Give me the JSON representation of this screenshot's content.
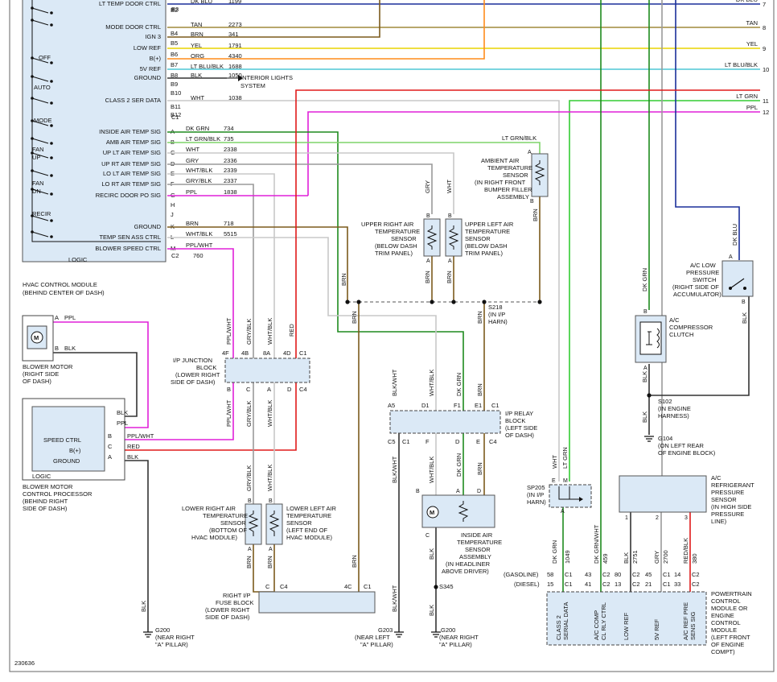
{
  "colors": {
    "module_fill": "#dbe9f6",
    "dk_blu": "#1a2f9a",
    "tan": "#a08a3c",
    "brn": "#7b5a1c",
    "yel": "#e8d400",
    "org": "#ff8c1a",
    "lt_blu_blk": "#4fc7d6",
    "red": "#e01a1a",
    "wht": "#c8c8c8",
    "dk_grn": "#1e8a1e",
    "lt_grn_blk": "#7fd36a",
    "gry": "#9a9a9a",
    "ppl": "#e020d8",
    "blk": "#333333",
    "lt_grn": "#33cc33"
  },
  "hvac_module": {
    "label_line1": "HVAC CONTROL MODULE",
    "label_line2": "(BEHIND CENTER OF DASH)",
    "logic": "LOGIC",
    "switch_labels": [
      "OFF",
      "AUTO",
      "MODE",
      "FAN",
      "UP",
      "FAN",
      "DN",
      "RECIR"
    ],
    "connector_b_pins": [
      {
        "label": "LT TEMP DOOR CTRL",
        "pin": "B2",
        "color": "DK BLU",
        "circuit": "1199"
      },
      {
        "label": "MODE DOOR CTRL",
        "pin": "B4",
        "color": "TAN",
        "circuit": "2273"
      },
      {
        "label": "IGN 3",
        "pin": "B5",
        "color": "BRN",
        "circuit": "341"
      },
      {
        "label": "LOW REF",
        "pin": "B6",
        "color": "YEL",
        "circuit": "1791"
      },
      {
        "label": "B(+)",
        "pin": "B7",
        "color": "ORG",
        "circuit": "4340"
      },
      {
        "label": "5V REF",
        "pin": "B8",
        "color": "LT BLU/BLK",
        "circuit": "1688"
      },
      {
        "label": "GROUND",
        "pin": "B9",
        "color": "BLK",
        "circuit": "1050"
      },
      {
        "label": "",
        "pin": "B10",
        "color": "",
        "circuit": ""
      },
      {
        "label": "CLASS 2 SER DATA",
        "pin": "B11",
        "color": "WHT",
        "circuit": "1038"
      },
      {
        "label": "",
        "pin": "B12",
        "color": "",
        "circuit": ""
      }
    ],
    "pin_b3": "B3",
    "conn_c1": "C1",
    "conn_c2": "C2",
    "connector_a_pins": [
      {
        "label": "INSIDE AIR TEMP SIG",
        "pin": "A",
        "color": "DK GRN",
        "circuit": "734"
      },
      {
        "label": "AMB AIR TEMP SIG",
        "pin": "B",
        "color": "LT GRN/BLK",
        "circuit": "735"
      },
      {
        "label": "UP LT AIR TEMP SIG",
        "pin": "C",
        "color": "WHT",
        "circuit": "2338"
      },
      {
        "label": "UP RT AIR TEMP SIG",
        "pin": "D",
        "color": "GRY",
        "circuit": "2336"
      },
      {
        "label": "LO LT AIR TEMP SIG",
        "pin": "E",
        "color": "WHT/BLK",
        "circuit": "2339"
      },
      {
        "label": "LO RT AIR TEMP SIG",
        "pin": "F",
        "color": "GRY/BLK",
        "circuit": "2337"
      },
      {
        "label": "RECIRC DOOR PO SIG",
        "pin": "G",
        "color": "PPL",
        "circuit": "1838"
      },
      {
        "label": "",
        "pin": "H",
        "color": "",
        "circuit": ""
      },
      {
        "label": "",
        "pin": "J",
        "color": "",
        "circuit": ""
      },
      {
        "label": "GROUND",
        "pin": "K",
        "color": "BRN",
        "circuit": "718"
      },
      {
        "label": "TEMP SEN ASS CTRL",
        "pin": "L",
        "color": "WHT/BLK",
        "circuit": "5515"
      },
      {
        "label": "BLOWER SPEED CTRL",
        "pin": "M",
        "color": "PPL/WHT",
        "circuit": ""
      }
    ],
    "c2_circuit": "760",
    "interior_lights_1": "INTERIOR LIGHTS",
    "interior_lights_2": "SYSTEM"
  },
  "right_wires": [
    {
      "color": "DK BLU",
      "num": "7"
    },
    {
      "color": "TAN",
      "num": "8"
    },
    {
      "color": "YEL",
      "num": "9"
    },
    {
      "color": "LT BLU/BLK",
      "num": "10"
    },
    {
      "color": "LT GRN",
      "num": "11"
    },
    {
      "color": "PPL",
      "num": "12"
    }
  ],
  "blower_motor": {
    "label": [
      "BLOWER MOTOR",
      "(RIGHT SIDE",
      "OF DASH)"
    ],
    "pin_a": "A",
    "wire_a": "PPL",
    "pin_b": "B",
    "wire_b": "BLK"
  },
  "blower_processor": {
    "label": [
      "BLOWER MOTOR",
      "CONTROL PROCESSOR",
      "(BEHIND RIGHT",
      "SIDE OF DASH)"
    ],
    "logic": "LOGIC",
    "speed_ctrl": "SPEED CTRL",
    "bplus": "B(+)",
    "ground": "GROUND",
    "pins": [
      "B",
      "C",
      "A"
    ],
    "wires": [
      "PPL/WHT",
      "RED",
      "BLK"
    ],
    "top_wires": [
      "BLK",
      "PPL"
    ]
  },
  "ip_junction": {
    "label": [
      "I/P JUNCTION",
      "BLOCK",
      "(LOWER RIGHT",
      "SIDE OF DASH)"
    ],
    "top_pins": [
      "4F",
      "4B",
      "8A",
      "4D",
      "C1"
    ],
    "bottom_pins": [
      "B",
      "C",
      "A",
      "D",
      "C4"
    ],
    "top_wires": [
      "PPL/WHT",
      "GRY/BLK",
      "WHT/BLK",
      "RED"
    ],
    "bottom_wires": [
      "PPL/WHT",
      "GRY/BLK",
      "WHT/BLK"
    ]
  },
  "sensors": {
    "upper_right": [
      "UPPER RIGHT AIR",
      "TEMPERATURE",
      "SENSOR",
      "(BELOW DASH",
      "TRIM PANEL)"
    ],
    "upper_left": [
      "UPPER LEFT AIR",
      "TEMPERATURE",
      "SENSOR",
      "(BELOW DASH",
      "TRIM PANEL)"
    ],
    "ambient": [
      "AMBIENT AIR",
      "TEMPERATURE",
      "SENSOR",
      "(IN RIGHT FRONT",
      "BUMPER FILLER",
      "ASSEMBLY"
    ],
    "lower_right": [
      "LOWER RIGHT AIR",
      "TEMPERATURE",
      "SENSOR",
      "(BOTTOM OF",
      "HVAC MODULE)"
    ],
    "lower_left": [
      "LOWER LEFT AIR",
      "TEMPERATURE",
      "SENSOR",
      "(LEFT END OF",
      "HVAC MODULE)"
    ],
    "inside": [
      "INSIDE AIR",
      "TEMPERATURE",
      "SENSOR",
      "ASSEMBLY",
      "(IN HEADLINER",
      "ABOVE DRIVER)"
    ]
  },
  "wire_labels": {
    "gry": "GRY",
    "wht": "WHT",
    "brn": "BRN",
    "red": "RED",
    "blk": "BLK",
    "dk_grn": "DK GRN",
    "blk_wht": "BLK/WHT",
    "wht_blk": "WHT/BLK",
    "gry_blk": "GRY/BLK",
    "dk_blu": "DK BLU",
    "lt_grn": "LT GRN",
    "lt_grn_blk": "LT GRN/BLK",
    "dk_grn_wht": "DK GRN/WHT",
    "red_blk": "RED/BLK"
  },
  "splices": {
    "s218": [
      "S218",
      "(IN I/P",
      "HARN)"
    ],
    "s102": [
      "S102",
      "(IN ENGINE",
      "HARNESS)"
    ],
    "s345": "S345",
    "sp205": [
      "SP205",
      "(IN I/P",
      "HARN)"
    ]
  },
  "ip_relay": {
    "label": [
      "I/P RELAY",
      "BLOCK",
      "(LEFT SIDE",
      "OF DASH)"
    ],
    "top_pins": [
      "A5",
      "D1",
      "F1",
      "E1",
      "C1"
    ],
    "bottom_pins": [
      "C5",
      "C1",
      "F",
      "D",
      "E",
      "C4"
    ]
  },
  "fuse_block": {
    "label": [
      "RIGHT I/P",
      "FUSE BLOCK",
      "(LOWER RIGHT",
      "SIDE OF DASH)"
    ],
    "pins": [
      "C",
      "C4",
      "4C",
      "C1"
    ]
  },
  "grounds": {
    "g200a": [
      "G200",
      "(NEAR RIGHT",
      "\"A\" PILLAR)"
    ],
    "g203": [
      "G203",
      "(NEAR LEFT",
      "\"A\" PILLAR)"
    ],
    "g200b": [
      "G200",
      "(NEAR RIGHT",
      "\"A\" PILLAR)"
    ],
    "g104": [
      "G104",
      "(ON LEFT REAR",
      "OF ENGINE BLOCK)"
    ]
  },
  "ac_switch": [
    "A/C LOW",
    "PRESSURE",
    "SWITCH",
    "(RIGHT SIDE OF",
    "ACCUMULATOR)"
  ],
  "ac_clutch": [
    "A/C",
    "COMPRESSOR",
    "CLUTCH"
  ],
  "ac_sensor": [
    "A/C",
    "REFRIGERANT",
    "PRESSURE",
    "SENSOR",
    "(IN HIGH SIDE",
    "PRESSURE",
    "LINE)"
  ],
  "pcm": {
    "label": [
      "POWERTRAIN",
      "CONTROL",
      "MODULE OR",
      "ENGINE",
      "CONTROL",
      "MODULE",
      "(LEFT FRONT",
      "OF ENGINE",
      "COMPT)"
    ],
    "gasoline": "(GASOLINE)",
    "diesel": "(DIESEL)",
    "pins_gas": [
      "58",
      "43",
      "80",
      "45",
      "14"
    ],
    "pins_diesel": [
      "15",
      "41",
      "13",
      "21",
      "33"
    ],
    "conns": [
      "C1",
      "C2",
      "C2",
      "C1",
      "C2"
    ],
    "circuits": [
      "1049",
      "459",
      "2751",
      "2700",
      "380"
    ],
    "inputs": [
      [
        "CLASS 2",
        "SERIAL DATA"
      ],
      [
        "A/C COMP",
        "CL RLY CTRL"
      ],
      [
        "LOW REF"
      ],
      [
        "5V REF"
      ],
      [
        "A/C REF PRE",
        "SENS SIG"
      ]
    ]
  },
  "footer_code": "230636"
}
